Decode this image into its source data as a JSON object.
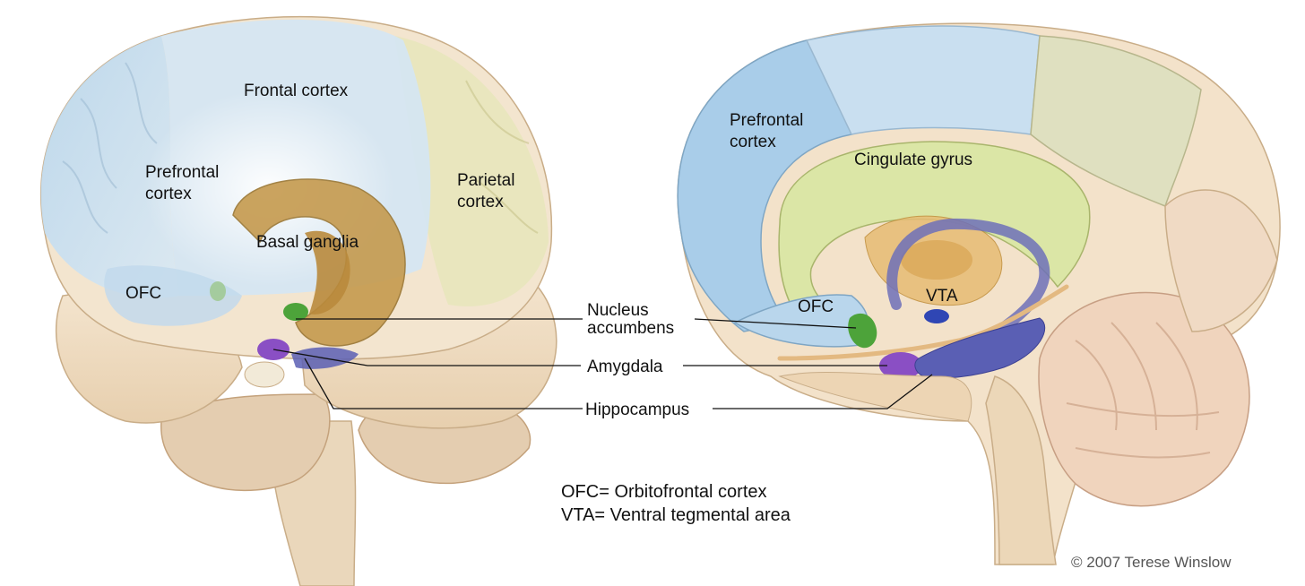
{
  "left_view": {
    "frontal_cortex": "Frontal cortex",
    "prefrontal_line1": "Prefrontal",
    "prefrontal_line2": "cortex",
    "parietal_line1": "Parietal",
    "parietal_line2": "cortex",
    "basal_ganglia": "Basal ganglia",
    "ofc": "OFC"
  },
  "right_view": {
    "prefrontal_line1": "Prefrontal",
    "prefrontal_line2": "cortex",
    "cingulate_gyrus": "Cingulate gyrus",
    "ofc": "OFC",
    "vta": "VTA"
  },
  "callouts": {
    "nucleus_line1": "Nucleus",
    "nucleus_line2": "accumbens",
    "amygdala": "Amygdala",
    "hippocampus": "Hippocampus"
  },
  "legend": {
    "ofc_def": "OFC= Orbitofrontal cortex",
    "vta_def": "VTA= Ventral tegmental area"
  },
  "credit": "© 2007 Terese Winslow",
  "colors": {
    "frontal_blue": "#c9dff0",
    "prefrontal_blue": "#a9cde9",
    "parietal_yellow": "#e6e6b8",
    "cingulate_green": "#dbe6a6",
    "tissue_beige": "#efdcc2",
    "basal_ganglia": "#c59a4e",
    "nucleus_green": "#4da33a",
    "amygdala_purple": "#8a4fc4",
    "hippocampus_indigo": "#5a5fb4",
    "vta_blue": "#2f46b4"
  }
}
